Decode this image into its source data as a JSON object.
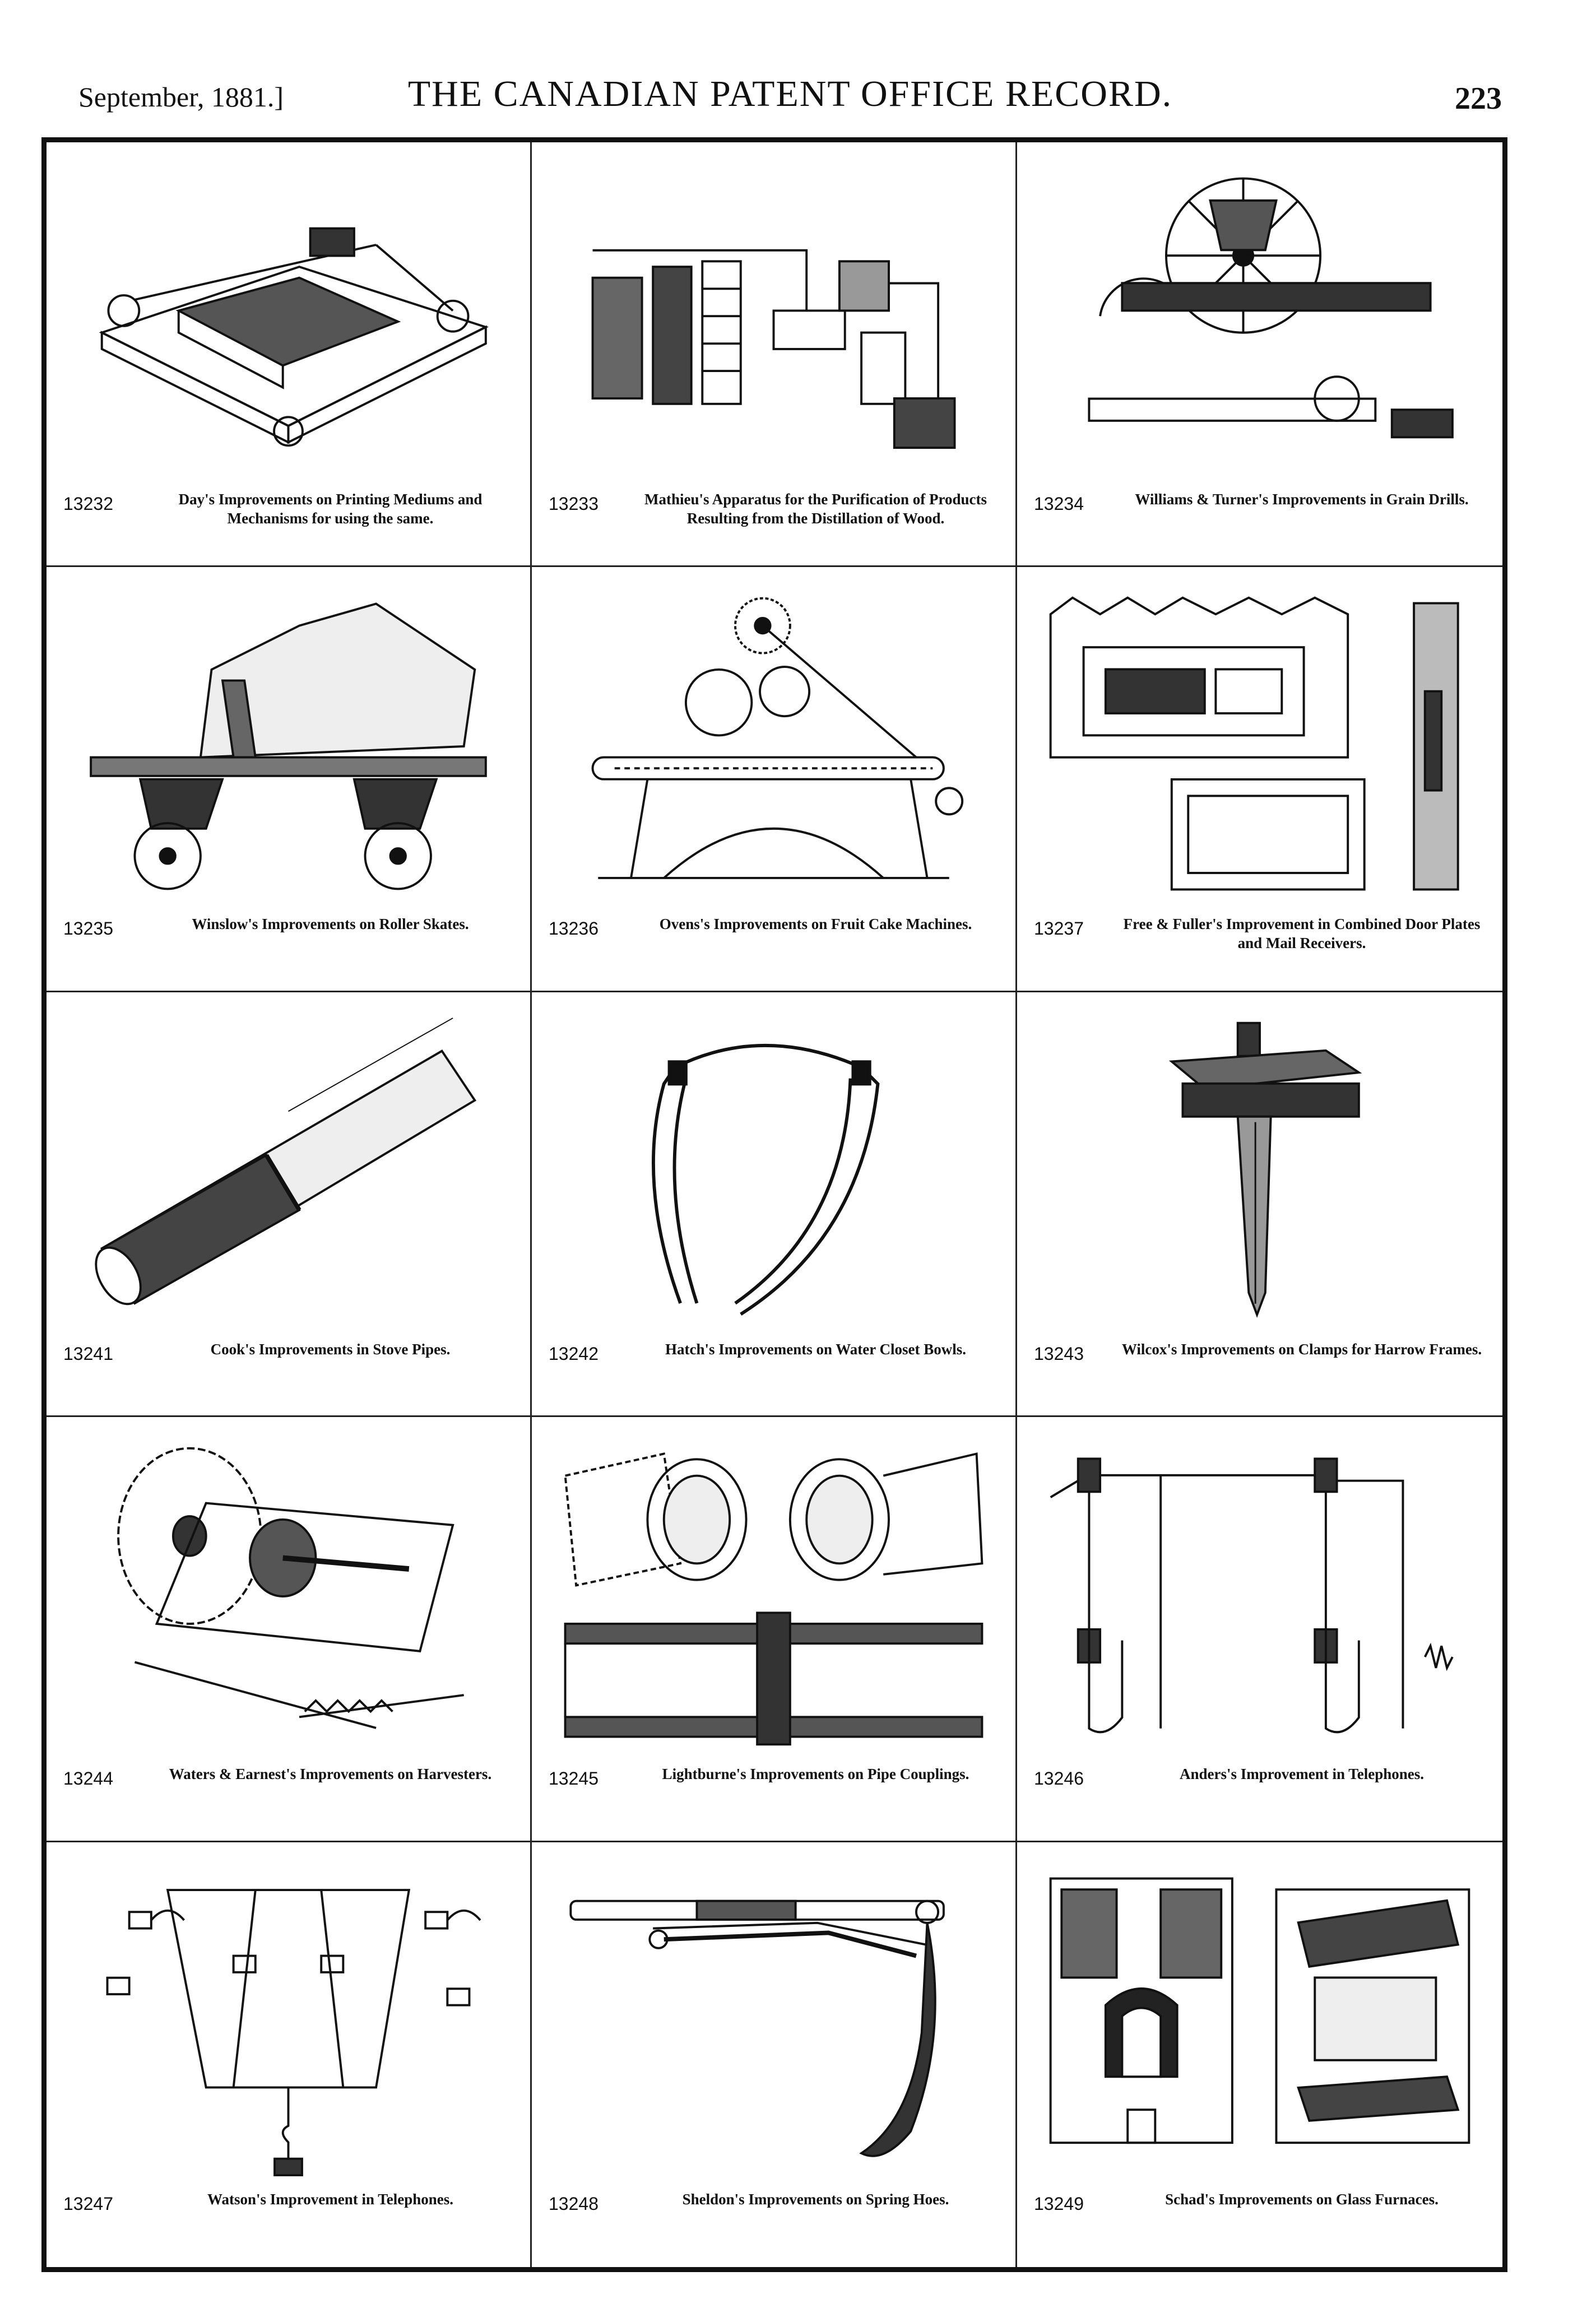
{
  "header": {
    "date": "September, 1881.]",
    "title": "THE CANADIAN PATENT OFFICE RECORD.",
    "page": "223"
  },
  "patents": [
    {
      "number": "13232",
      "caption": "Day's Improvements on Printing Mediums and Mechanisms for using the same.",
      "icon": "printing-press-drawing"
    },
    {
      "number": "13233",
      "caption": "Mathieu's Apparatus for the Purification of Products Resulting from the Distillation of Wood.",
      "icon": "distillation-apparatus-drawing"
    },
    {
      "number": "13234",
      "caption": "Williams & Turner's Improvements in Grain Drills.",
      "icon": "grain-drill-drawing"
    },
    {
      "number": "13235",
      "caption": "Winslow's Improvements on Roller Skates.",
      "icon": "roller-skate-drawing"
    },
    {
      "number": "13236",
      "caption": "Ovens's Improvements on Fruit Cake Machines.",
      "icon": "fruit-cake-machine-drawing"
    },
    {
      "number": "13237",
      "caption": "Free & Fuller's Improvement in Combined Door Plates and Mail Receivers.",
      "icon": "door-plate-drawing"
    },
    {
      "number": "13241",
      "caption": "Cook's Improvements in Stove Pipes.",
      "icon": "stove-pipe-drawing"
    },
    {
      "number": "13242",
      "caption": "Hatch's Improvements on Water Closet Bowls.",
      "icon": "closet-bowl-drawing"
    },
    {
      "number": "13243",
      "caption": "Wilcox's Improvements on Clamps for Harrow Frames.",
      "icon": "harrow-clamp-drawing"
    },
    {
      "number": "13244",
      "caption": "Waters & Earnest's Improvements on Harvesters.",
      "icon": "harvester-drawing"
    },
    {
      "number": "13245",
      "caption": "Lightburne's Improvements on Pipe Couplings.",
      "icon": "pipe-coupling-drawing"
    },
    {
      "number": "13246",
      "caption": "Anders's Improvement in Telephones.",
      "icon": "telephone-circuit-drawing"
    },
    {
      "number": "13247",
      "caption": "Watson's Improvement in Telephones.",
      "icon": "telephone-network-drawing"
    },
    {
      "number": "13248",
      "caption": "Sheldon's Improvements on Spring Hoes.",
      "icon": "spring-hoe-drawing"
    },
    {
      "number": "13249",
      "caption": "Schad's Improvements on Glass Furnaces.",
      "icon": "glass-furnace-drawing"
    }
  ]
}
